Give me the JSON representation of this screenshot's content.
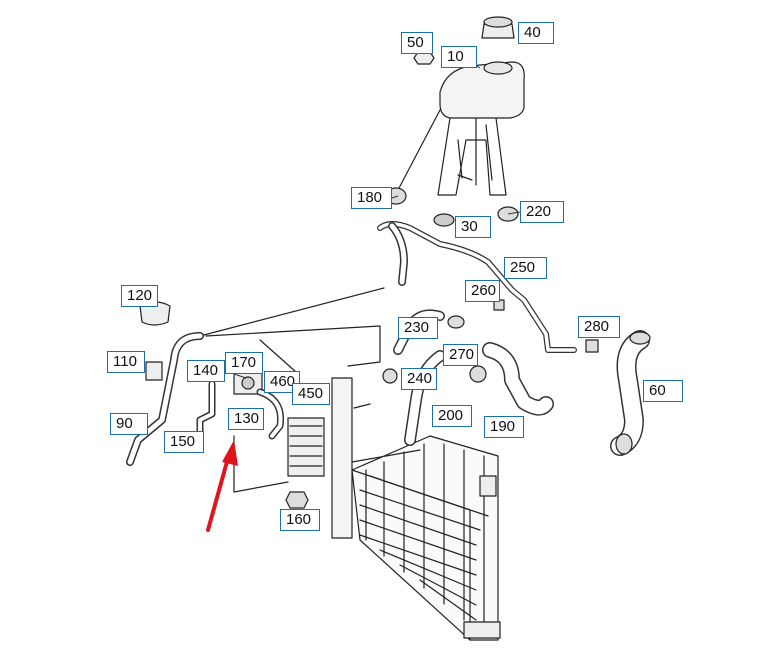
{
  "diagram": {
    "callouts": [
      {
        "id": "c50",
        "label": "50"
      },
      {
        "id": "c40",
        "label": "40"
      },
      {
        "id": "c10",
        "label": "10"
      },
      {
        "id": "c180",
        "label": "180"
      },
      {
        "id": "c220",
        "label": "220"
      },
      {
        "id": "c30",
        "label": "30"
      },
      {
        "id": "c250",
        "label": "250"
      },
      {
        "id": "c260",
        "label": "260"
      },
      {
        "id": "c120",
        "label": "120"
      },
      {
        "id": "c230",
        "label": "230"
      },
      {
        "id": "c280",
        "label": "280"
      },
      {
        "id": "c270",
        "label": "270"
      },
      {
        "id": "c110",
        "label": "110"
      },
      {
        "id": "c140",
        "label": "140"
      },
      {
        "id": "c170",
        "label": "170"
      },
      {
        "id": "c460",
        "label": "460"
      },
      {
        "id": "c450",
        "label": "450"
      },
      {
        "id": "c240",
        "label": "240"
      },
      {
        "id": "c60",
        "label": "60"
      },
      {
        "id": "c90",
        "label": "90"
      },
      {
        "id": "c130",
        "label": "130"
      },
      {
        "id": "c200",
        "label": "200"
      },
      {
        "id": "c190",
        "label": "190"
      },
      {
        "id": "c150",
        "label": "150"
      },
      {
        "id": "c160",
        "label": "160"
      }
    ],
    "highlight_arrow_color": "#e0141c",
    "callout_border_color": "#1d6fa6",
    "line_color": "#222222"
  }
}
